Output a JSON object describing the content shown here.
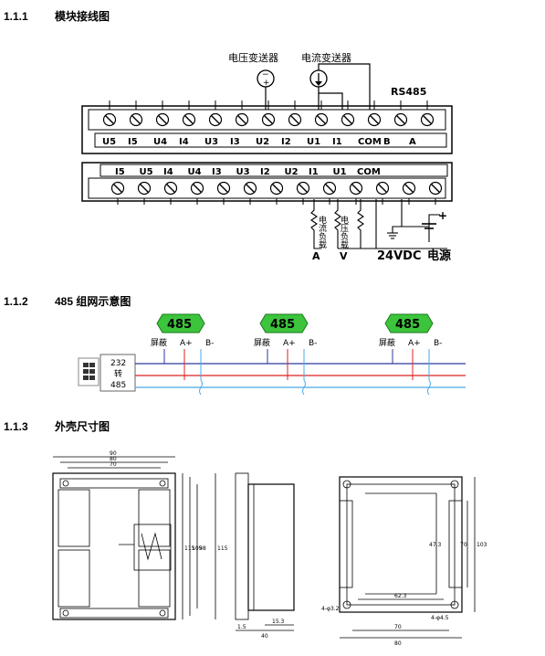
{
  "sections": [
    {
      "number": "1.1.1",
      "title": "模块接线图"
    },
    {
      "number": "1.1.2",
      "title": "485 组网示意图"
    },
    {
      "number": "1.1.3",
      "title": "外壳尺寸图"
    }
  ],
  "wiring": {
    "voltage_transmitter": "电压变送器",
    "current_transmitter": "电流变送器",
    "rs485": "RS485",
    "top_terminals": [
      "U5",
      "I5",
      "U4",
      "I4",
      "U3",
      "I3",
      "U2",
      "I2",
      "U1",
      "I1",
      "COM",
      "B",
      "A"
    ],
    "bottom_terminals": [
      "I5",
      "U5",
      "I4",
      "U4",
      "I3",
      "U3",
      "I2",
      "U2",
      "I1",
      "U1",
      "COM"
    ],
    "current_load": "电流负载",
    "voltage_load": "电压负载",
    "meter_a": "A",
    "meter_v": "V",
    "supply_voltage": "24VDC",
    "power": "电源",
    "plus": "+",
    "minus": "−"
  },
  "network": {
    "badge": "485",
    "shield": "屏蔽",
    "a_plus": "A+",
    "b_minus": "B-",
    "converter_lines": [
      "232",
      "转",
      "485"
    ],
    "line_colors": {
      "top": "#2b3aa0",
      "red": "#e02020",
      "blue": "#4aa8e8"
    },
    "badge_color": "#3cc43c"
  },
  "dimensions": {
    "front_top": [
      "90",
      "80",
      "70"
    ],
    "front_side": [
      "115",
      "105",
      "98"
    ],
    "side_height": "115",
    "side_bottom": [
      "40",
      "15.3",
      "1.5"
    ],
    "rear_side": [
      "103",
      "70",
      "47.3"
    ],
    "rear_inner": "62.3",
    "rear_bottom": [
      "70",
      "80"
    ],
    "hole_a": "4-φ3.2",
    "hole_b": "4-φ4.5"
  }
}
